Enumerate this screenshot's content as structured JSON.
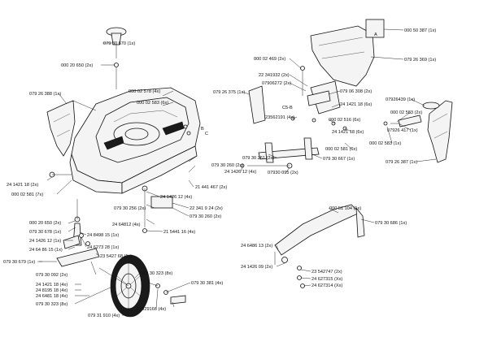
{
  "labels": {
    "l01": "079 30 670 (1x)",
    "l02": "000 20 650 (2x)",
    "l03": "000 02 578 (4x)",
    "l04": "000 02 583 (6x)",
    "l05": "079 26 388 (1x)",
    "l06": "000 02 469 (2x)",
    "l07": "22 341932 (2x)",
    "l08": "07906272 (2x)",
    "l09": "079 06 308 (2x)",
    "l10": "079 26 375 (1x)",
    "l11": "000 50 387 (1x)",
    "l12": "079 26 369 (1x)",
    "l13": "A",
    "l14": "24 1421 18 (6x)",
    "l15": "000 02 516 (6x)",
    "l16": "23562191 (4x)",
    "l17": "C5-B",
    "l18": "07926439 (1x)",
    "l19": "000 02 583 (2x)",
    "l20": "07926 417 (1x)",
    "l21": "24 1421 18 (6x)",
    "l22": "000 02 581 (6x)",
    "l23": "000 02 583 (1x)",
    "l24": "079 26 387 (1x)",
    "l25": "079 30 667 (1x)",
    "l26": "079 30 261 (2x)",
    "l27": "07930 095 (2x)",
    "l28": "24 1426 12 (4x)",
    "l29": "079 30 260 (2x)",
    "l30": "21 441 467 (2x)",
    "l31": "24 1421 18 (2x)",
    "l32": "000 02 581 (7x)",
    "l33": "24 1426 12 (4x)",
    "l34": "079 30 256 (2x)",
    "l35": "22 341 9 24 (2x)",
    "l36": "24 64812 (4x)",
    "l37": "079 30 260 (2x)",
    "l38": "21 5441 16 (4x)",
    "l39": "000 20 650 (2x)",
    "l40": "079 30 678 (1x)",
    "l41": "24 1426 12 (1x)",
    "l42": "24 8498 15 (1x)",
    "l43": "24 64 86 15 (1x)",
    "l44": "24 6273 28 (1x)",
    "l45": "079 30 679 (1x)",
    "l46": "23 5427 68 (1x)",
    "l47": "079 30 092 (2x)",
    "l48": "24 1421 18 (4x)",
    "l49": "24 8195 18 (4x)",
    "l50": "24 6481 18 (4x)",
    "l51": "079 30 323 (8x)",
    "l52": "079 30 323 (8x)",
    "l53": "079 30 381 (4x)",
    "l54": "07929166 (4x)",
    "l55": "079 31 910 (4x)",
    "l56": "000 51 104 (1x)",
    "l57": "079 30 686 (1x)",
    "l58": "24 6486 13 (2x)",
    "l59": "23 542747 (2x)",
    "l60": "24 1426 09 (2x)",
    "l61": "24 627315 (Xx)",
    "l62": "24 627314 (Xx)",
    "l63": "B",
    "l64": "C"
  }
}
